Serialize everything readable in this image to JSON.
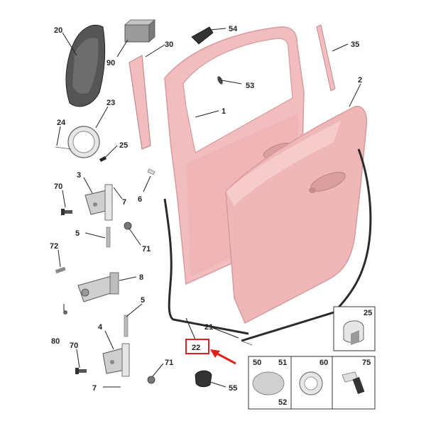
{
  "labels": {
    "l20": "20",
    "l90": "90",
    "l30": "30",
    "l54": "54",
    "l35": "35",
    "l53": "53",
    "l1": "1",
    "l2": "2",
    "l23": "23",
    "l24": "24",
    "l25a": "25",
    "l3": "3",
    "l70a": "70",
    "l7a": "7",
    "l6": "6",
    "l5a": "5",
    "l71a": "71",
    "l72": "72",
    "l8": "8",
    "l5b": "5",
    "l4": "4",
    "l80": "80",
    "l70b": "70",
    "l7b": "7",
    "l71b": "71",
    "l21": "21",
    "l22": "22",
    "l55": "55",
    "l25b": "25",
    "l50": "50",
    "l51": "51",
    "l52": "52",
    "l60": "60",
    "l75": "75"
  },
  "colors": {
    "door_fill": "#f2bdbe",
    "door_edge": "#d89a9c",
    "seal": "#2b2b2b",
    "metal_light": "#e6e6e6",
    "metal_dark": "#9a9a9a",
    "highlight_box": "#e0201a",
    "arrow": "#e0201a"
  }
}
